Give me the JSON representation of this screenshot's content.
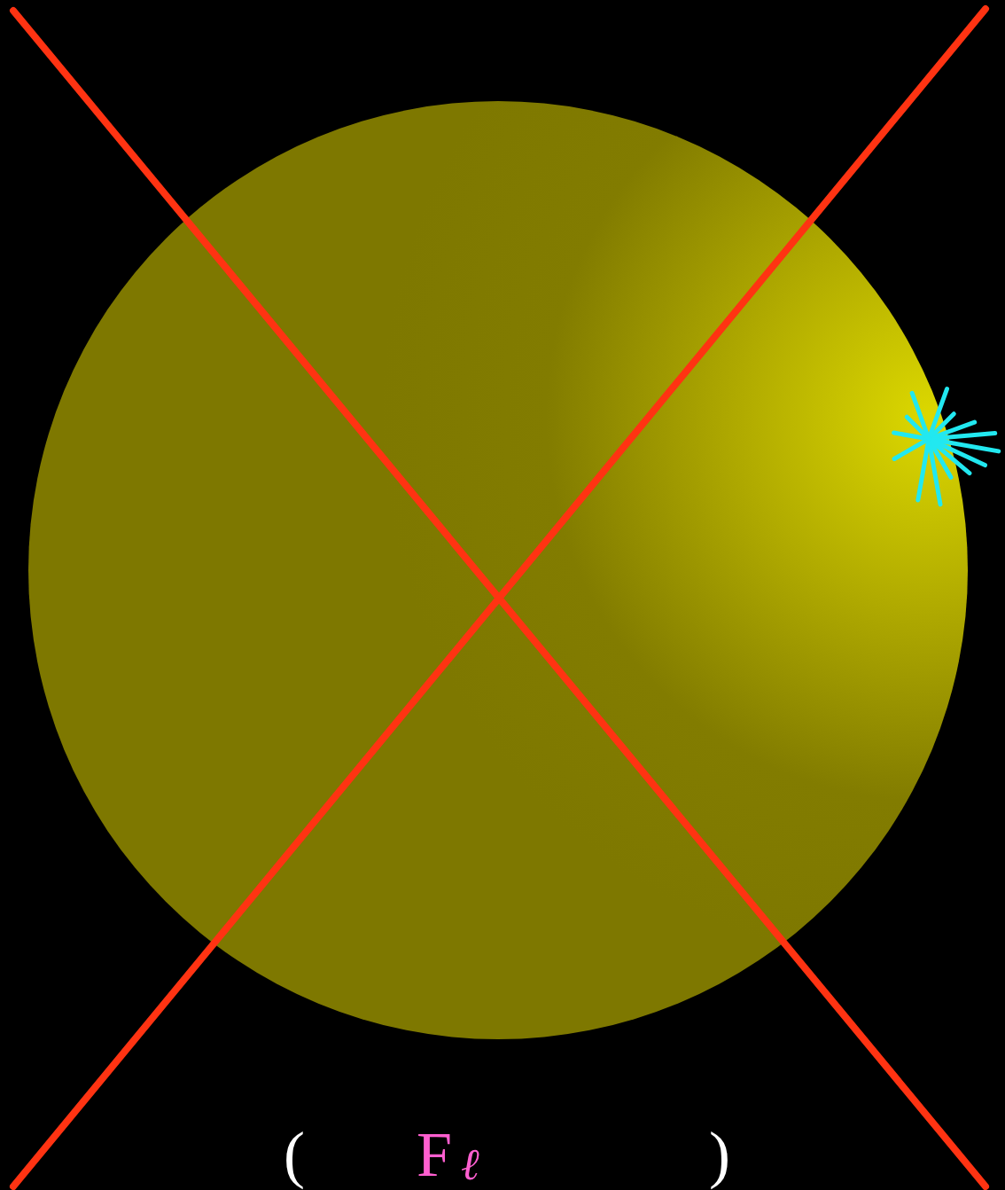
{
  "diagram": {
    "labels": [
      "(",
      "F",
      "ℓ",
      ")"
    ]
  }
}
